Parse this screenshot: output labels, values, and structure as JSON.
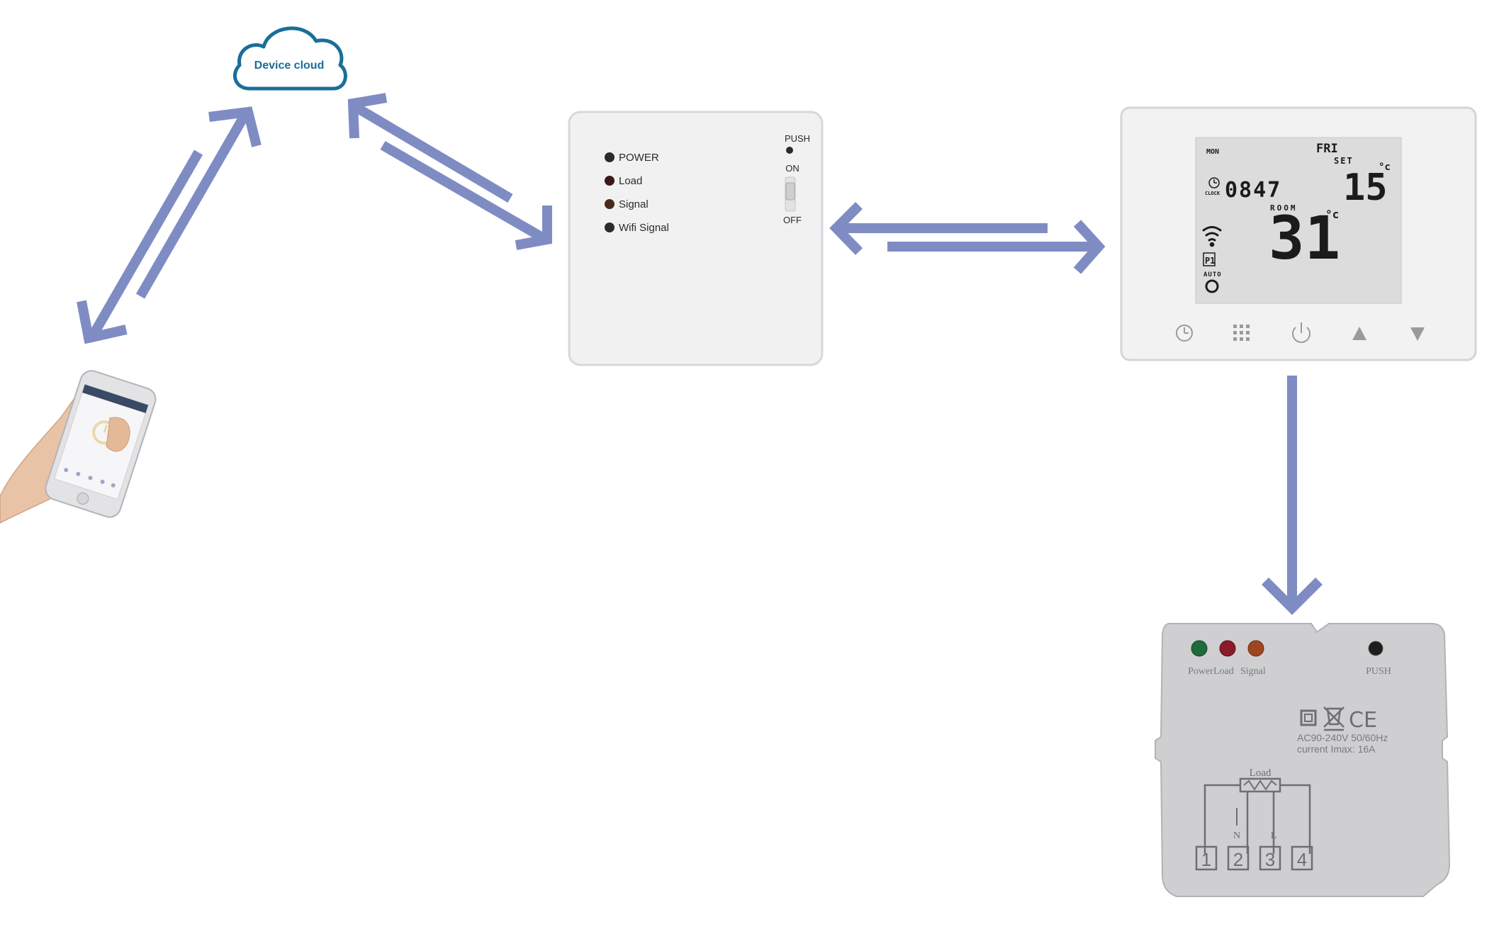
{
  "colors": {
    "arrow": "#7f8cc4",
    "cloud_stroke": "#1a6e99",
    "cloud_text": "#1a6e99",
    "device_body": "#f1f1f2",
    "lcd_bg": "#dcdcdc",
    "led_dark": "#2b2b2b",
    "led_green": "#1f6b3a",
    "led_red": "#8a1b2a",
    "led_orange": "#a0461f"
  },
  "cloud": {
    "label": "Device cloud",
    "icon": "cloud-icon"
  },
  "phone": {
    "icon": "smartphone-in-hand"
  },
  "gateway": {
    "leds": [
      {
        "label": "POWER"
      },
      {
        "label": "Load"
      },
      {
        "label": "Signal"
      },
      {
        "label": "Wifi Signal"
      }
    ],
    "push_label": "PUSH",
    "on_label": "ON",
    "off_label": "OFF"
  },
  "thermostat": {
    "day_left": "MON",
    "day_right": "FRI",
    "set_label": "SET",
    "set_temp": "15",
    "set_unit": "°c",
    "clock_label": "CLOCK",
    "clock_time": "0847",
    "room_label": "ROOM",
    "room_temp": "31",
    "room_unit": "°c",
    "program_label": "P1",
    "auto_label": "AUTO",
    "buttons": [
      {
        "icon": "clock-icon"
      },
      {
        "icon": "grid-menu-icon"
      },
      {
        "icon": "power-icon"
      },
      {
        "icon": "arrow-up-icon"
      },
      {
        "icon": "arrow-down-icon"
      }
    ]
  },
  "receiver": {
    "leds": [
      {
        "label": "Power"
      },
      {
        "label": "Load"
      },
      {
        "label": "Signal"
      }
    ],
    "push_label": "PUSH",
    "rating_line1": "AC90-240V 50/60Hz",
    "rating_line2": "current Imax: 16A",
    "ce_mark": "CE",
    "load_label": "Load",
    "terminal_n": "N",
    "terminal_l": "L",
    "terminals": [
      "1",
      "2",
      "3",
      "4"
    ]
  }
}
